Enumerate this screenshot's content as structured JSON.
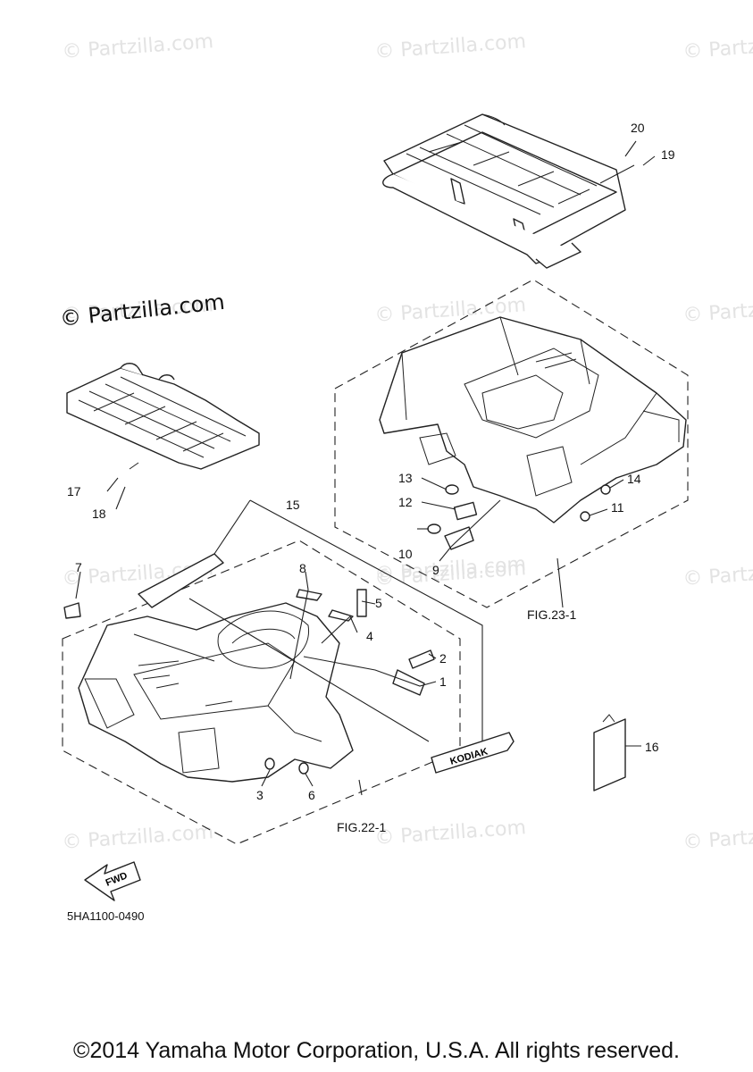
{
  "watermarks": [
    "© Partzilla.com",
    "© Partzilla.com",
    "© Partz",
    "© Partzilla.com",
    "© Partzilla.com",
    "© Partz",
    "© Partzilla.com",
    "© Partzilla.com",
    "© Partz",
    "© Partzilla.com",
    "© Partzilla.com",
    "© Partz",
    "© Partzilla.com"
  ],
  "watermark_main": "© Partzilla.com",
  "callouts": {
    "c1": "1",
    "c2": "2",
    "c3": "3",
    "c4": "4",
    "c5": "5",
    "c6": "6",
    "c7": "7",
    "c8": "8",
    "c9": "9",
    "c10": "10",
    "c11": "11",
    "c12": "12",
    "c13": "13",
    "c14": "14",
    "c15": "15",
    "c16": "16",
    "c17": "17",
    "c18": "18",
    "c19": "19",
    "c20": "20"
  },
  "figure_refs": {
    "rear": "FIG.23-1",
    "front": "FIG.22-1"
  },
  "fwd_label": "FWD",
  "decal_text": "KODIAK",
  "part_code": "5HA1100-0490",
  "copyright": "©2014 Yamaha Motor Corporation, U.S.A. All rights reserved."
}
